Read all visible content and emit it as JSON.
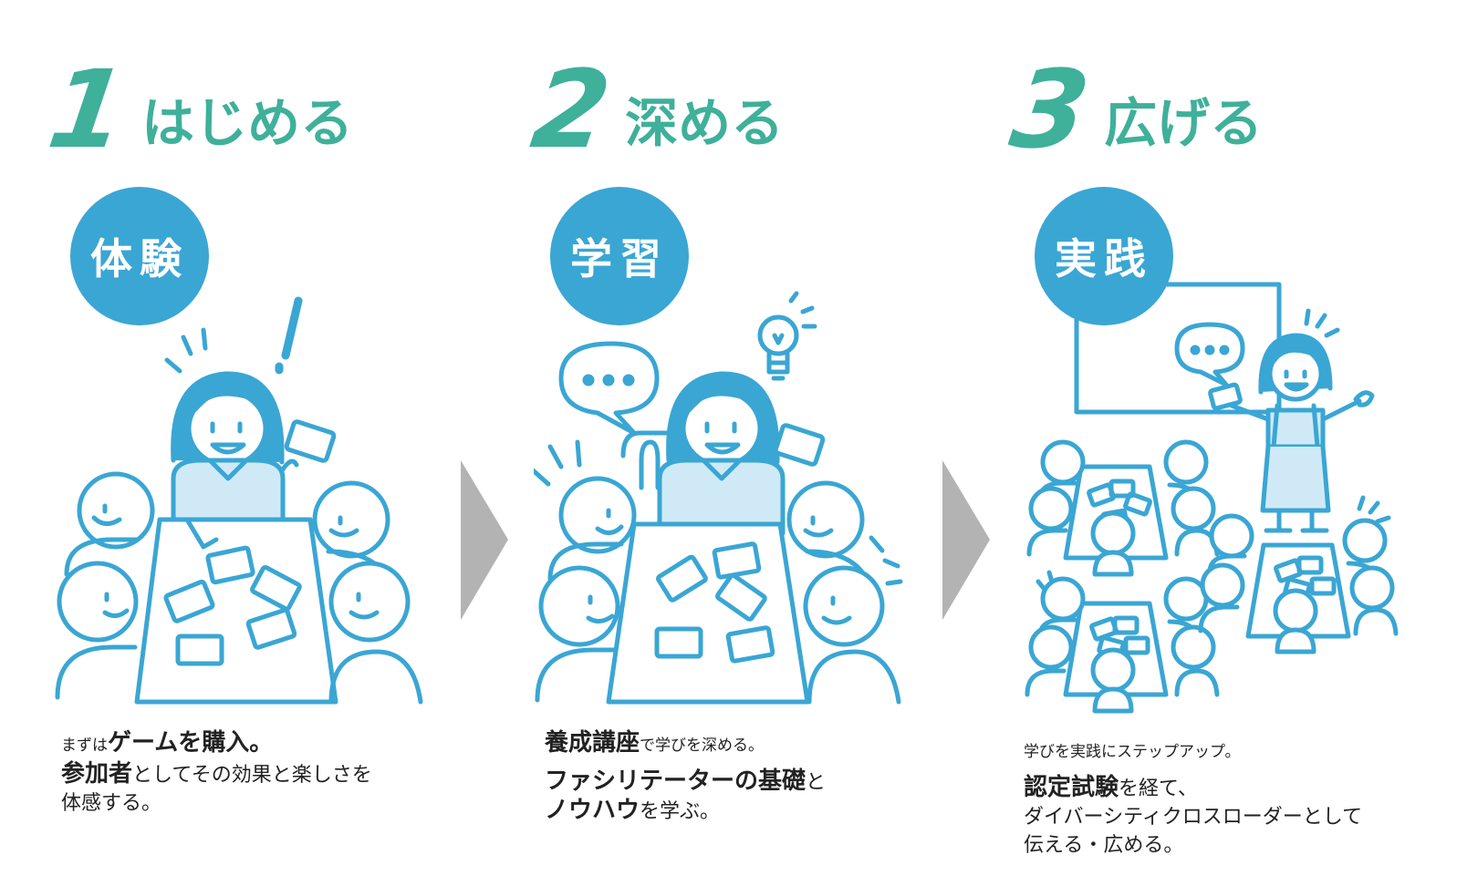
{
  "steps": [
    {
      "number": "1",
      "title": "はじめる",
      "badge": "体験",
      "desc": {
        "line1_small": "まずは",
        "line1_bold": "ゲームを購入。",
        "line2_bold": "参加者",
        "line2_reg": "としてその効果と楽しさを",
        "line3_reg": "体感する。"
      }
    },
    {
      "number": "2",
      "title": "深める",
      "badge": "学習",
      "desc": {
        "line1_bold": "養成講座",
        "line1_small": "で学びを深める。",
        "line2_bold": "ファシリテーターの基礎",
        "line2_reg": "と",
        "line3_bold": "ノウハウ",
        "line3_reg": "を学ぶ。"
      }
    },
    {
      "number": "3",
      "title": "広げる",
      "badge": "実践",
      "desc": {
        "line1_small": "学びを実践にステップアップ。",
        "line2_bold": "認定試験",
        "line2_reg": "を経て、",
        "line3_reg": "ダイバーシティクロスローダーとして",
        "line4_reg": "伝える・広める。"
      }
    }
  ],
  "colors": {
    "accent_green": "#3fb09a",
    "accent_blue": "#3aa6d4",
    "line_blue": "#3aa6d4",
    "fill_light": "#cfeaf6",
    "arrow_gray": "#b3b3b3"
  }
}
